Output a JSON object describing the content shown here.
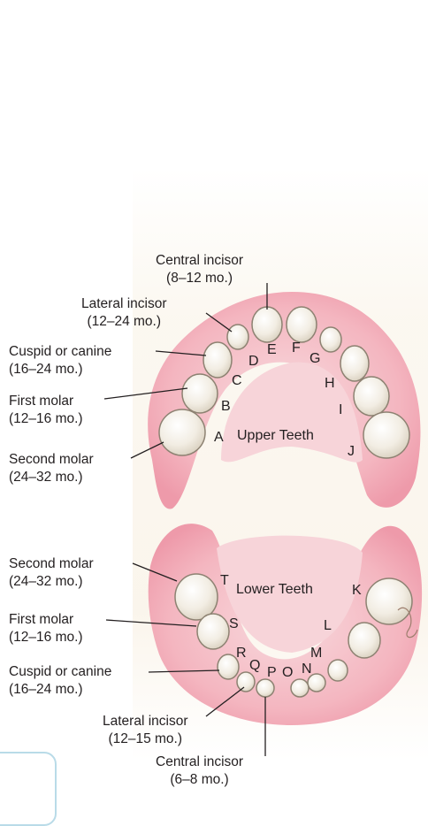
{
  "upper": {
    "title": "Upper Teeth",
    "letters": [
      "A",
      "B",
      "C",
      "D",
      "E",
      "F",
      "G",
      "H",
      "I",
      "J"
    ],
    "labels": [
      {
        "name": "Central incisor",
        "age": "(8–12 mo.)"
      },
      {
        "name": "Lateral incisor",
        "age": "(12–24 mo.)"
      },
      {
        "name": "Cuspid or canine",
        "age": "(16–24 mo.)"
      },
      {
        "name": "First molar",
        "age": "(12–16 mo.)"
      },
      {
        "name": "Second molar",
        "age": "(24–32 mo.)"
      }
    ]
  },
  "lower": {
    "title": "Lower Teeth",
    "letters": [
      "K",
      "L",
      "M",
      "N",
      "O",
      "P",
      "Q",
      "R",
      "S",
      "T"
    ],
    "labels": [
      {
        "name": "Second molar",
        "age": "(24–32 mo.)"
      },
      {
        "name": "First molar",
        "age": "(12–16 mo.)"
      },
      {
        "name": "Cuspid or canine",
        "age": "(16–24 mo.)"
      },
      {
        "name": "Lateral incisor",
        "age": "(12–15 mo.)"
      },
      {
        "name": "Central incisor",
        "age": "(6–8 mo.)"
      }
    ]
  },
  "colors": {
    "gum": "#f2a7b4",
    "gum_light": "#f8d3d8",
    "tooth": "#f3efe6",
    "tooth_outline": "#8d8272",
    "leader_line": "#231f20",
    "panel_border": "#b9dbe8"
  }
}
